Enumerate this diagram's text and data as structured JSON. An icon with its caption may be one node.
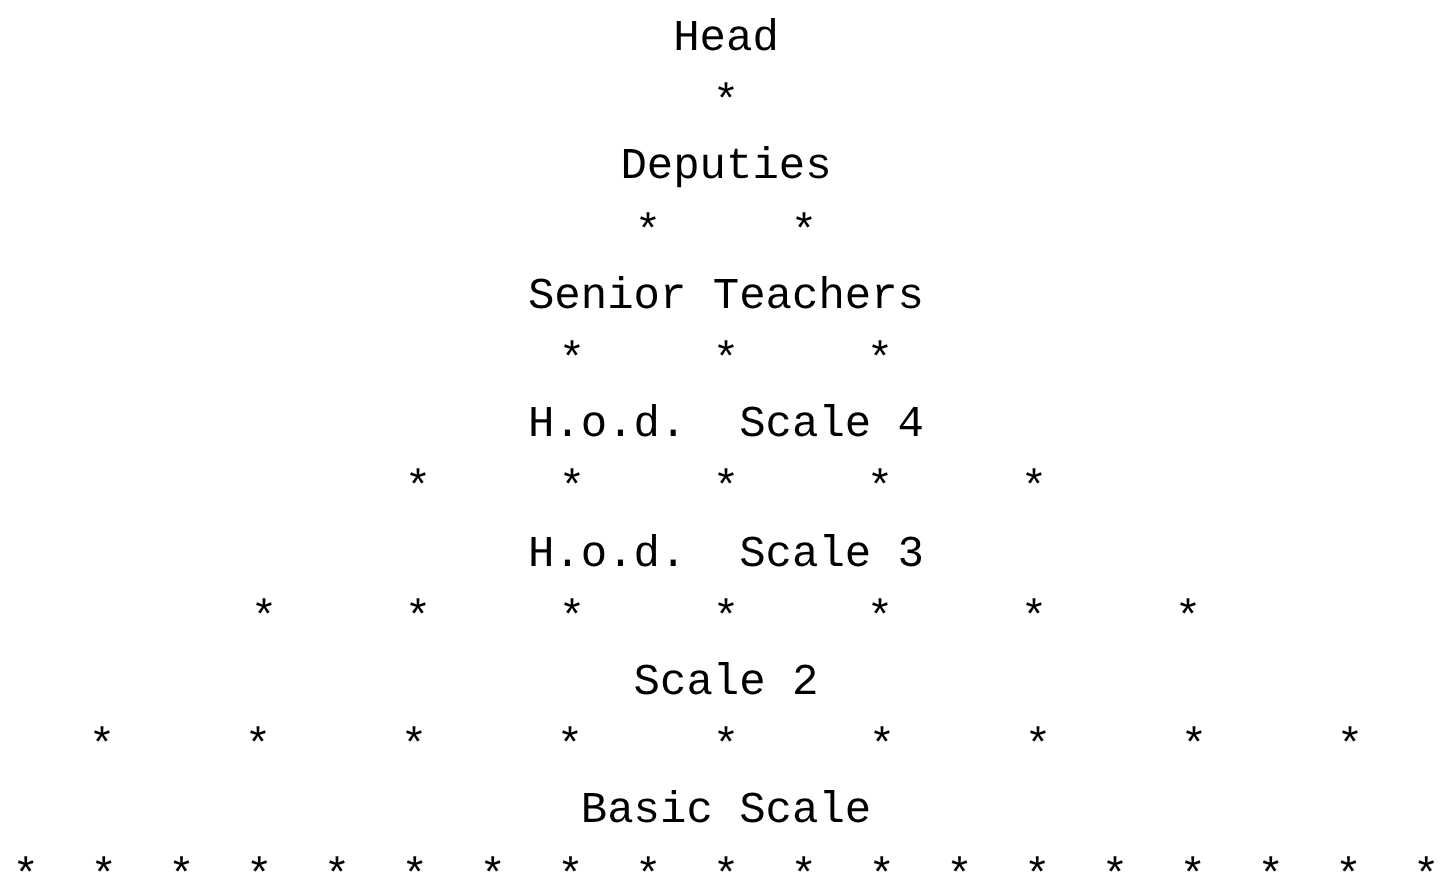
{
  "diagram": {
    "labels": [
      "Head",
      "*",
      "Deputies",
      "* *",
      "Senior Teachers",
      "* * *",
      "H.o.d.  Scale 4",
      "* * * * *",
      "H.o.d.  Scale 3",
      "* * * * * * *",
      "Scale 2",
      "* * * * * * * * *",
      "Basic Scale",
      "* * * * * * * * * * * * * * * * * * *"
    ]
  }
}
